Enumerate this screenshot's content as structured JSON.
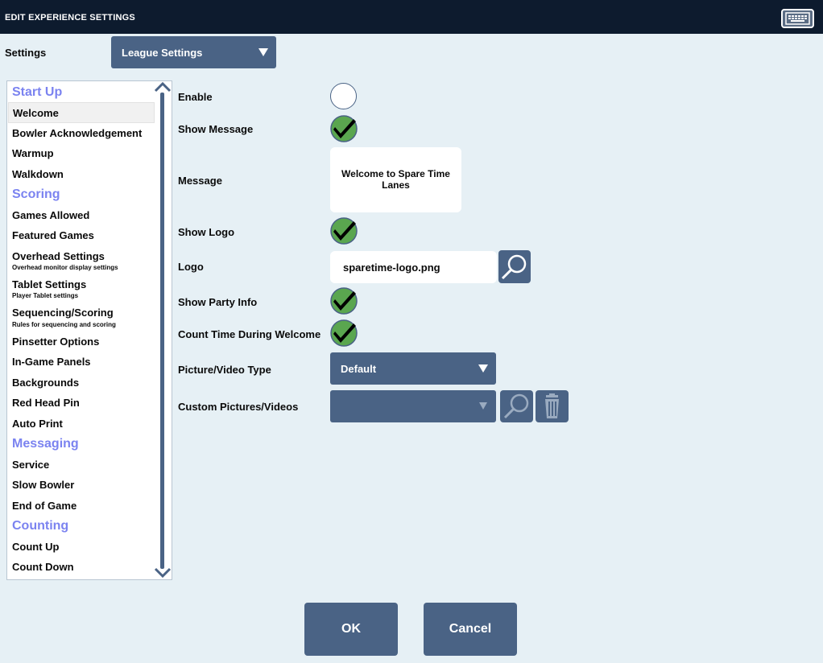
{
  "window": {
    "title": "EDIT EXPERIENCE SETTINGS",
    "keyboard_icon": "keyboard-icon"
  },
  "settings": {
    "label": "Settings",
    "selected": "League Settings"
  },
  "sidebar": {
    "categories": [
      {
        "name": "Start Up",
        "items": [
          {
            "label": "Welcome",
            "selected": true
          },
          {
            "label": "Bowler Acknowledgement"
          },
          {
            "label": "Warmup"
          },
          {
            "label": "Walkdown"
          }
        ]
      },
      {
        "name": "Scoring",
        "items": [
          {
            "label": "Games Allowed"
          },
          {
            "label": "Featured Games"
          },
          {
            "label": "Overhead Settings",
            "sub": "Overhead monitor display settings"
          },
          {
            "label": "Tablet Settings",
            "sub": "Player Tablet settings"
          },
          {
            "label": "Sequencing/Scoring",
            "sub": "Rules for sequencing and scoring"
          },
          {
            "label": "Pinsetter Options"
          },
          {
            "label": "In-Game Panels"
          },
          {
            "label": "Backgrounds"
          },
          {
            "label": "Red Head Pin"
          },
          {
            "label": "Auto Print"
          }
        ]
      },
      {
        "name": "Messaging",
        "items": [
          {
            "label": "Service"
          },
          {
            "label": "Slow Bowler"
          },
          {
            "label": "End of Game"
          }
        ]
      },
      {
        "name": "Counting",
        "items": [
          {
            "label": "Count Up"
          },
          {
            "label": "Count Down"
          }
        ]
      }
    ]
  },
  "form": {
    "enable": {
      "label": "Enable",
      "checked": false
    },
    "show_message": {
      "label": "Show Message",
      "checked": true
    },
    "message": {
      "label": "Message",
      "value": "Welcome to Spare Time Lanes"
    },
    "show_logo": {
      "label": "Show Logo",
      "checked": true
    },
    "logo": {
      "label": "Logo",
      "value": "sparetime-logo.png"
    },
    "show_party_info": {
      "label": "Show Party Info",
      "checked": true
    },
    "count_time": {
      "label": "Count Time During Welcome",
      "checked": true
    },
    "picture_video_type": {
      "label": "Picture/Video Type",
      "value": "Default"
    },
    "custom_media": {
      "label": "Custom Pictures/Videos",
      "value": ""
    }
  },
  "buttons": {
    "ok": "OK",
    "cancel": "Cancel"
  },
  "colors": {
    "titlebar": "#0d1b2e",
    "background": "#e6f0f5",
    "control": "#4a6385",
    "category": "#7b83f0",
    "check_green": "#5aa64f"
  }
}
